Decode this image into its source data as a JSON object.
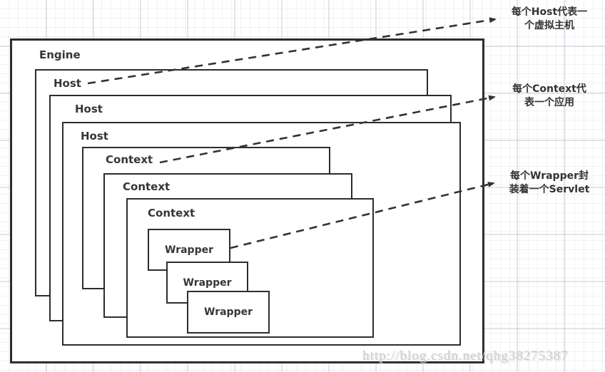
{
  "boxes": {
    "engine": {
      "label": "Engine"
    },
    "hosts": [
      {
        "label": "Host"
      },
      {
        "label": "Host"
      },
      {
        "label": "Host"
      }
    ],
    "contexts": [
      {
        "label": "Context"
      },
      {
        "label": "Context"
      },
      {
        "label": "Context"
      }
    ],
    "wrappers": [
      {
        "label": "Wrapper"
      },
      {
        "label": "Wrapper"
      },
      {
        "label": "Wrapper"
      }
    ]
  },
  "annotations": [
    {
      "line1": "每个Host代表一",
      "line2": "个虚拟主机"
    },
    {
      "line1": "每个Context代",
      "line2": "表一个应用"
    },
    {
      "line1": "每个Wrapper封",
      "line2": "装着一个Servlet"
    }
  ],
  "watermark": "http://blog.csdn.net/qhg38275387",
  "colors": {
    "box_border": "#2d2d2d",
    "label_text": "#363636",
    "annotation_text": "#333333",
    "arrow": "#333333",
    "watermark_text": "#c9cbcc",
    "grid_line": "#e3e6e8",
    "background": "#ffffff"
  }
}
